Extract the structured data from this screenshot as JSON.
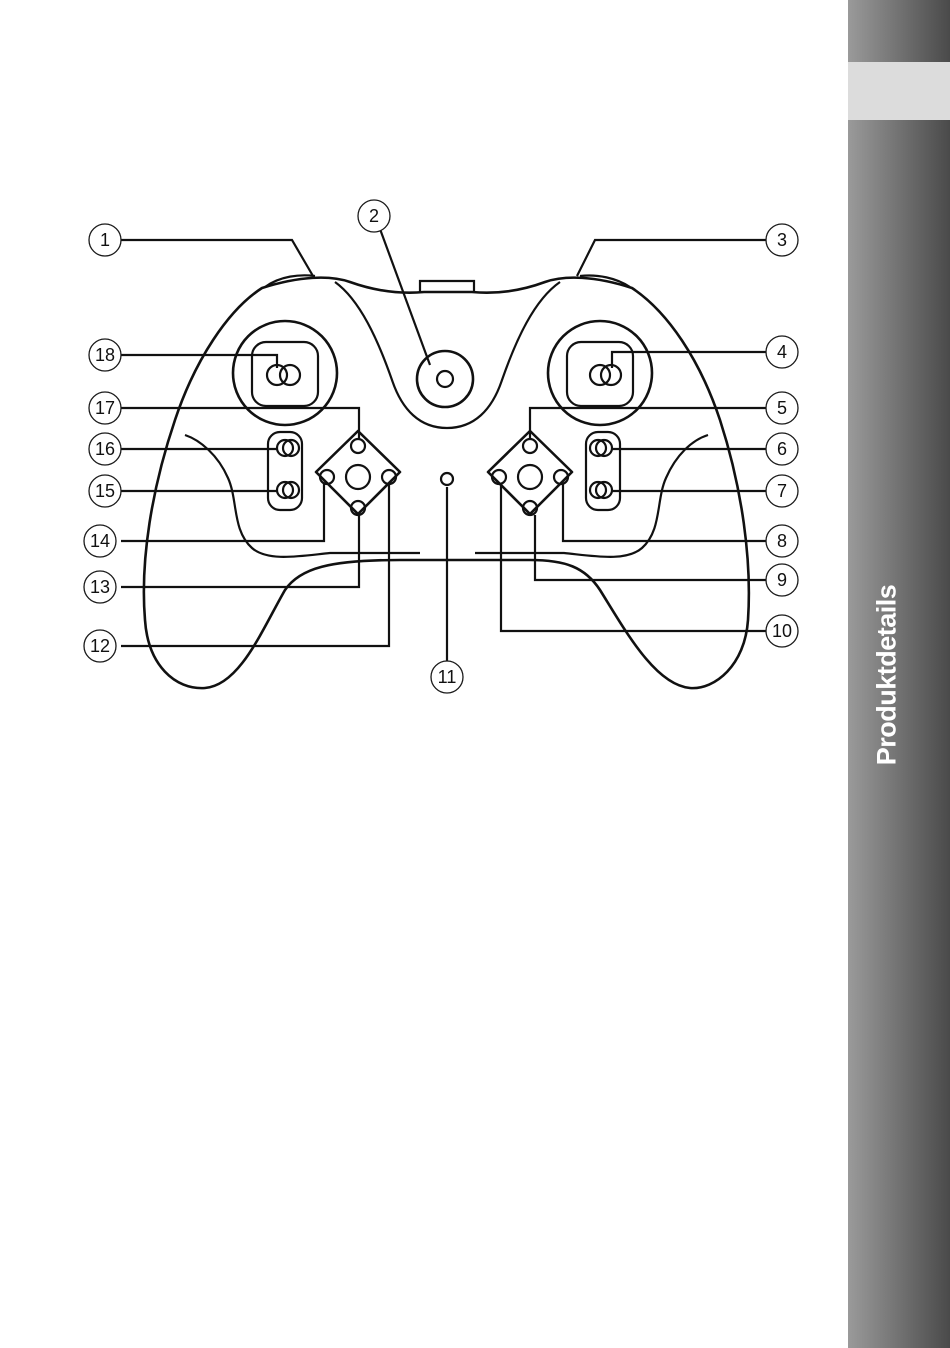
{
  "sidebar": {
    "label": "Produktdetails"
  },
  "callouts": [
    {
      "id": "1",
      "label": "1"
    },
    {
      "id": "2",
      "label": "2"
    },
    {
      "id": "3",
      "label": "3"
    },
    {
      "id": "4",
      "label": "4"
    },
    {
      "id": "5",
      "label": "5"
    },
    {
      "id": "6",
      "label": "6"
    },
    {
      "id": "7",
      "label": "7"
    },
    {
      "id": "8",
      "label": "8"
    },
    {
      "id": "9",
      "label": "9"
    },
    {
      "id": "10",
      "label": "10"
    },
    {
      "id": "11",
      "label": "11"
    },
    {
      "id": "12",
      "label": "12"
    },
    {
      "id": "13",
      "label": "13"
    },
    {
      "id": "14",
      "label": "14"
    },
    {
      "id": "15",
      "label": "15"
    },
    {
      "id": "16",
      "label": "16"
    },
    {
      "id": "17",
      "label": "17"
    },
    {
      "id": "18",
      "label": "18"
    }
  ]
}
